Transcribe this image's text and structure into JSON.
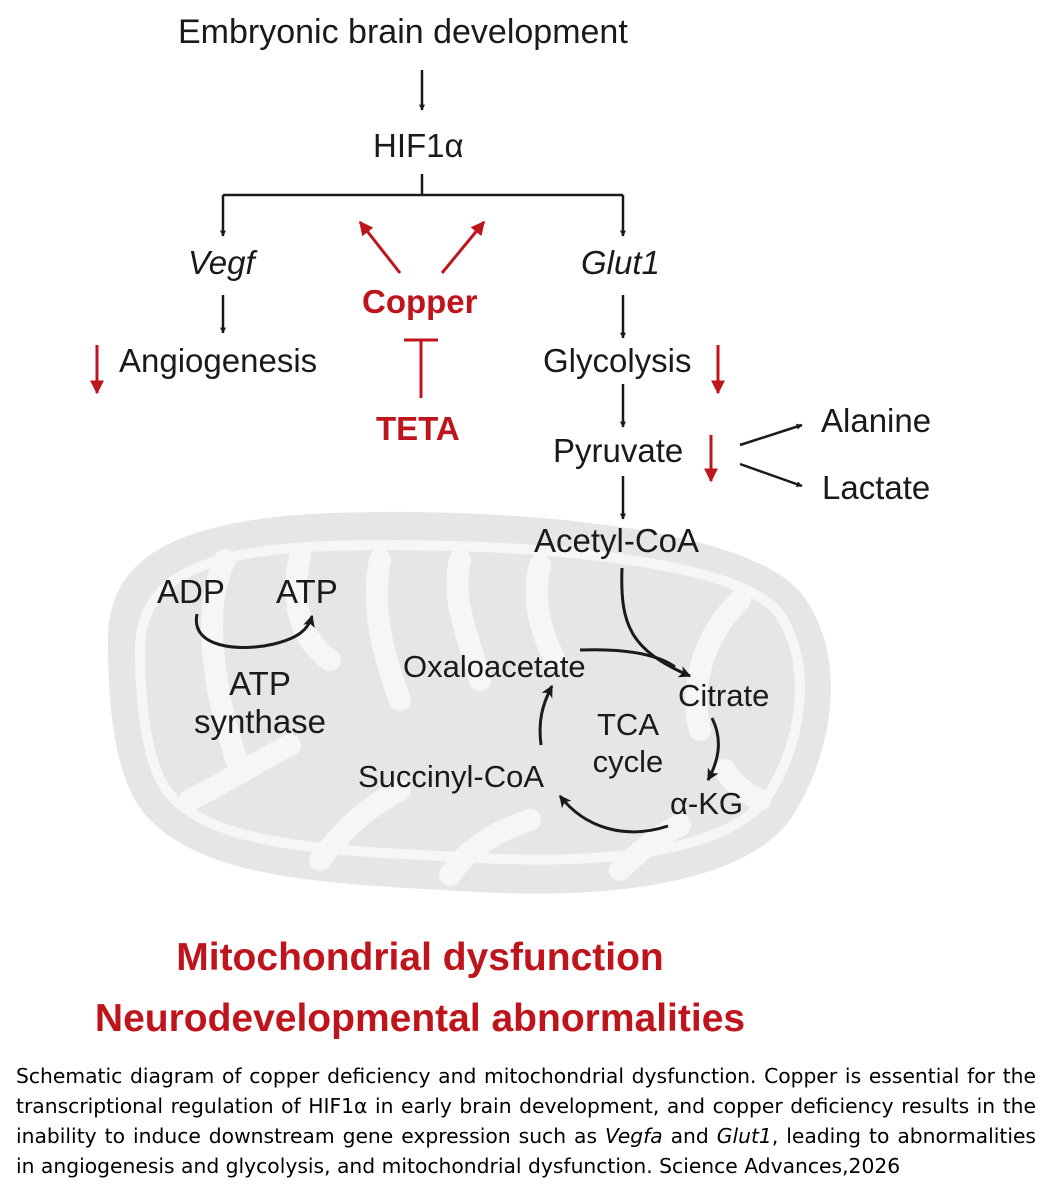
{
  "diagram": {
    "nodes": {
      "embryonic": "Embryonic brain development",
      "hif": "HIF1α",
      "vegf": "Vegf",
      "glut": "Glut1",
      "copper": "Copper",
      "teta": "TETA",
      "angiogenesis": "Angiogenesis",
      "glycolysis": "Glycolysis",
      "pyruvate": "Pyruvate",
      "alanine": "Alanine",
      "lactate": "Lactate",
      "acetylcoa": "Acetyl-CoA",
      "adp": "ADP",
      "atp": "ATP",
      "atp_synthase_line1": "ATP",
      "atp_synthase_line2": "synthase",
      "oxaloacetate": "Oxaloacetate",
      "citrate": "Citrate",
      "tca_line1": "TCA",
      "tca_line2": "cycle",
      "succinylcoa": "Succinyl-CoA",
      "akg": "α-KG"
    },
    "conclusions": {
      "line1": "Mitochondrial dysfunction",
      "line2": "Neurodevelopmental abnormalities"
    },
    "colors": {
      "accent_red": "#c0141c",
      "text": "#1a1a1a",
      "mitochondrion_fill": "#e6e6e6"
    }
  },
  "caption": {
    "part1": "Schematic diagram of copper deficiency and mitochondrial dysfunction. Copper is essential for the transcriptional regulation of HIF1α in early brain development, and copper deficiency results in the inability to induce downstream gene expression such as ",
    "vegfa": "Vegfa",
    "and": " and ",
    "glut1": "Glut1",
    "part2": ", leading to abnormalities in angiogenesis and glycolysis, and mitochondrial dysfunction. Science Advances,2026"
  }
}
